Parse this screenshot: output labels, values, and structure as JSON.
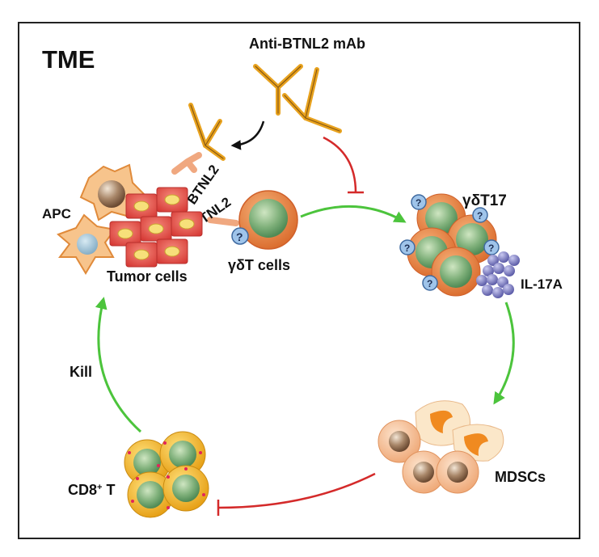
{
  "title": "TME",
  "labels": {
    "antibody": "Anti-BTNL2 mAb",
    "btnl2_upper": "BTNL2",
    "btnl2_lower": "BTNL2",
    "apc": "APC",
    "tumor_cells": "Tumor cells",
    "gdt_cells": "γδT cells",
    "gdt17": "γδT17",
    "il17a": "IL-17A",
    "mdscs": "MDSCs",
    "kill": "Kill",
    "cd8_main": "CD8",
    "cd8_sup": "+",
    "cd8_tail": " T"
  },
  "receptor_glyph": "?",
  "colors": {
    "activation_arrow": "#4cc43c",
    "inhibition": "#d42a2a",
    "binding_arrow": "#111111",
    "antibody": "#e8a21e",
    "tumor": "#e8504a",
    "cell_orange": "#e98a3f",
    "nucleus_green": "#6aa56a",
    "il17a": "#7f7fc0",
    "cd8_yellow": "#f2b81a",
    "mdsc_peach": "#f4b98c"
  }
}
